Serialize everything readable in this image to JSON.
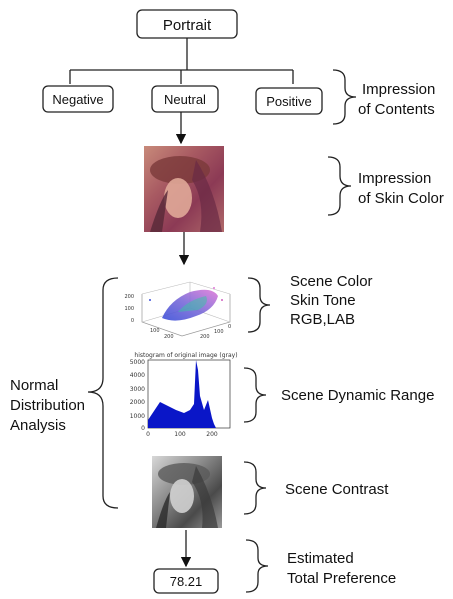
{
  "nodes": {
    "portrait": "Portrait",
    "negative": "Negative",
    "neutral": "Neutral",
    "positive": "Positive",
    "score": "78.21"
  },
  "annotations": {
    "impression_contents": [
      "Impression",
      "of Contents"
    ],
    "impression_skin": [
      "Impression",
      "of Skin Color"
    ],
    "scene_color": [
      "Scene Color",
      "Skin Tone",
      "RGB,LAB"
    ],
    "scene_dynamic_range": "Scene Dynamic Range",
    "scene_contrast": "Scene Contrast",
    "estimated_total": [
      "Estimated",
      "Total Preference"
    ],
    "normal_analysis": [
      "Normal",
      "Distribution",
      "Analysis"
    ]
  },
  "histogram": {
    "title": "histogram of original image (gray)",
    "y_ticks": [
      "5000",
      "4000",
      "3000",
      "2000",
      "1000",
      "0"
    ],
    "x_ticks": [
      "0",
      "100",
      "200"
    ]
  },
  "scatter_ticks": [
    "200",
    "100",
    "0",
    "100",
    "200",
    "200",
    "100",
    "0"
  ]
}
